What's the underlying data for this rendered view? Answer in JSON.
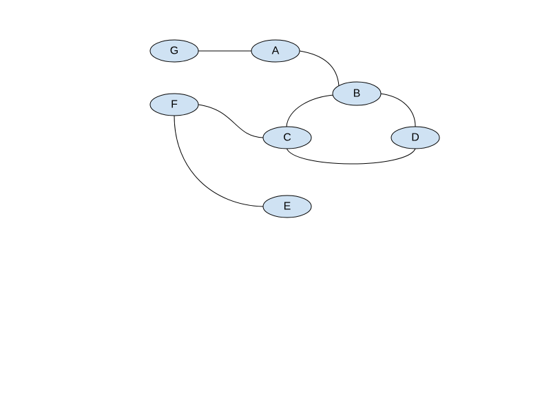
{
  "diagram": {
    "type": "undirected-graph",
    "node_fill": "#cfe2f3",
    "line_color": "#000000",
    "nodes": [
      {
        "id": "G",
        "label": "G"
      },
      {
        "id": "A",
        "label": "A"
      },
      {
        "id": "B",
        "label": "B"
      },
      {
        "id": "F",
        "label": "F"
      },
      {
        "id": "C",
        "label": "C"
      },
      {
        "id": "D",
        "label": "D"
      },
      {
        "id": "E",
        "label": "E"
      }
    ],
    "edges": [
      {
        "from": "G",
        "to": "A"
      },
      {
        "from": "A",
        "to": "B"
      },
      {
        "from": "B",
        "to": "C"
      },
      {
        "from": "B",
        "to": "D"
      },
      {
        "from": "C",
        "to": "D"
      },
      {
        "from": "F",
        "to": "C"
      },
      {
        "from": "F",
        "to": "E"
      }
    ]
  }
}
